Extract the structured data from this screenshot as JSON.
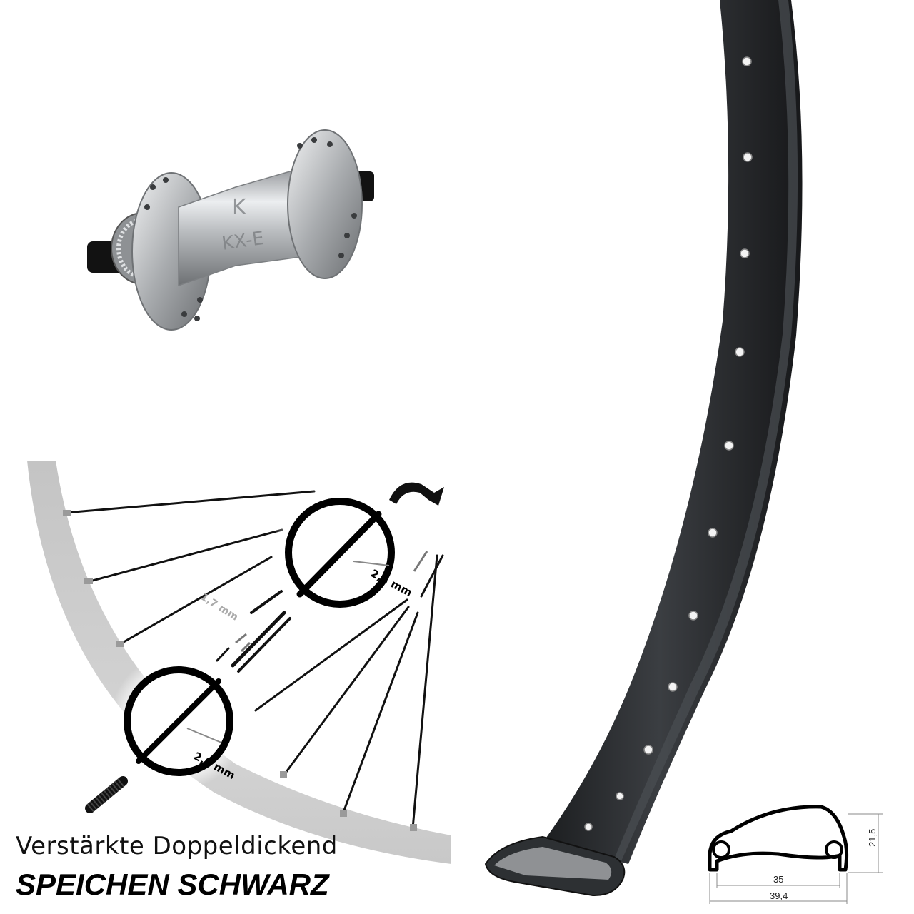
{
  "hub": {
    "engraving": "KX-E",
    "logo": "K",
    "finish_color": "#c9cbcd"
  },
  "spokes": {
    "label_center": "1,7 mm",
    "label_top": "2,3 mm",
    "label_bottom": "2,0 mm",
    "spoke_color": "#111111"
  },
  "rim": {
    "color": "#2b2d30",
    "profile": {
      "height": "21,5",
      "inner_width": "35",
      "outer_width": "39,4"
    }
  },
  "caption": {
    "line1": "Verstärkte Doppeldickend",
    "line2": "SPEICHEN SCHWARZ"
  }
}
